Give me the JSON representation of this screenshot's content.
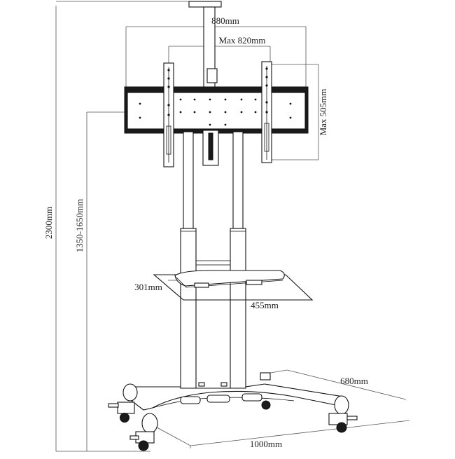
{
  "diagram": {
    "subject": "mobile-tv-stand",
    "colors": {
      "line": "#111111",
      "dimension": "#555555",
      "background": "#ffffff"
    },
    "dimensions": {
      "overall_height": "2300mm",
      "screen_height_range": "1350-1650mm",
      "bracket_width": "880mm",
      "max_vesa_width": "Max 820mm",
      "max_vesa_height": "Max 505mm",
      "shelf_depth": "301mm",
      "shelf_width": "455mm",
      "base_depth": "680mm",
      "base_width": "1000mm"
    }
  }
}
